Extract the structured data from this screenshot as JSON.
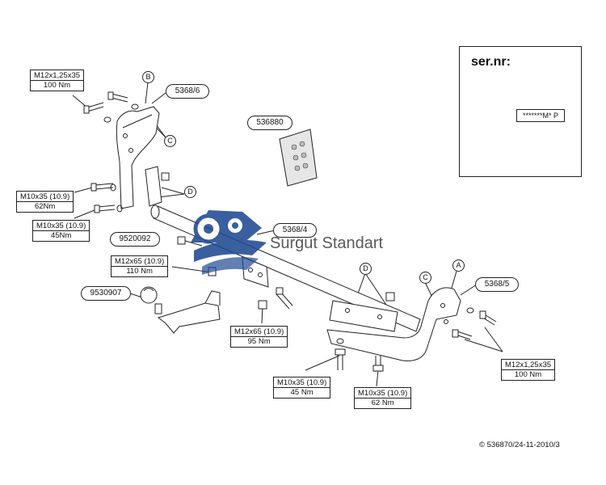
{
  "diagram": {
    "watermark_text": "Surgut Standart",
    "copyright": "© 536870/24-11-2010/3",
    "serial_panel": {
      "label": "ser.nr:",
      "code": "*******M* P"
    },
    "part_numbers": {
      "bracket_left": "5368/6",
      "instructions_card": "536880",
      "crossbar": "5368/4",
      "bolt_kit": "9520092",
      "tow_ball": "9530907",
      "bracket_right": "5368/5"
    },
    "reference_letters": {
      "b_top": "B",
      "c_left": "C",
      "d_left": "D",
      "d_right": "D",
      "c_right": "C",
      "a_right": "A"
    },
    "bolt_specs": {
      "top_left": {
        "size": "M12x1,25x35",
        "torque": "100 Nm"
      },
      "mid_left_1": {
        "size": "M10x35 (10.9)",
        "torque": "62Nm"
      },
      "mid_left_2": {
        "size": "M10x35 (10.9)",
        "torque": "45Nm"
      },
      "ball_mount": {
        "size": "M12x65 (10.9)",
        "torque": "110 Nm"
      },
      "center": {
        "size": "M12x65 (10.9)",
        "torque": "95 Nm"
      },
      "bottom_mid_1": {
        "size": "M10x35 (10.9)",
        "torque": "45 Nm"
      },
      "bottom_mid_2": {
        "size": "M10x35 (10.9)",
        "torque": "62 Nm"
      },
      "right": {
        "size": "M12x1,25x35",
        "torque": "100 Nm"
      }
    }
  }
}
